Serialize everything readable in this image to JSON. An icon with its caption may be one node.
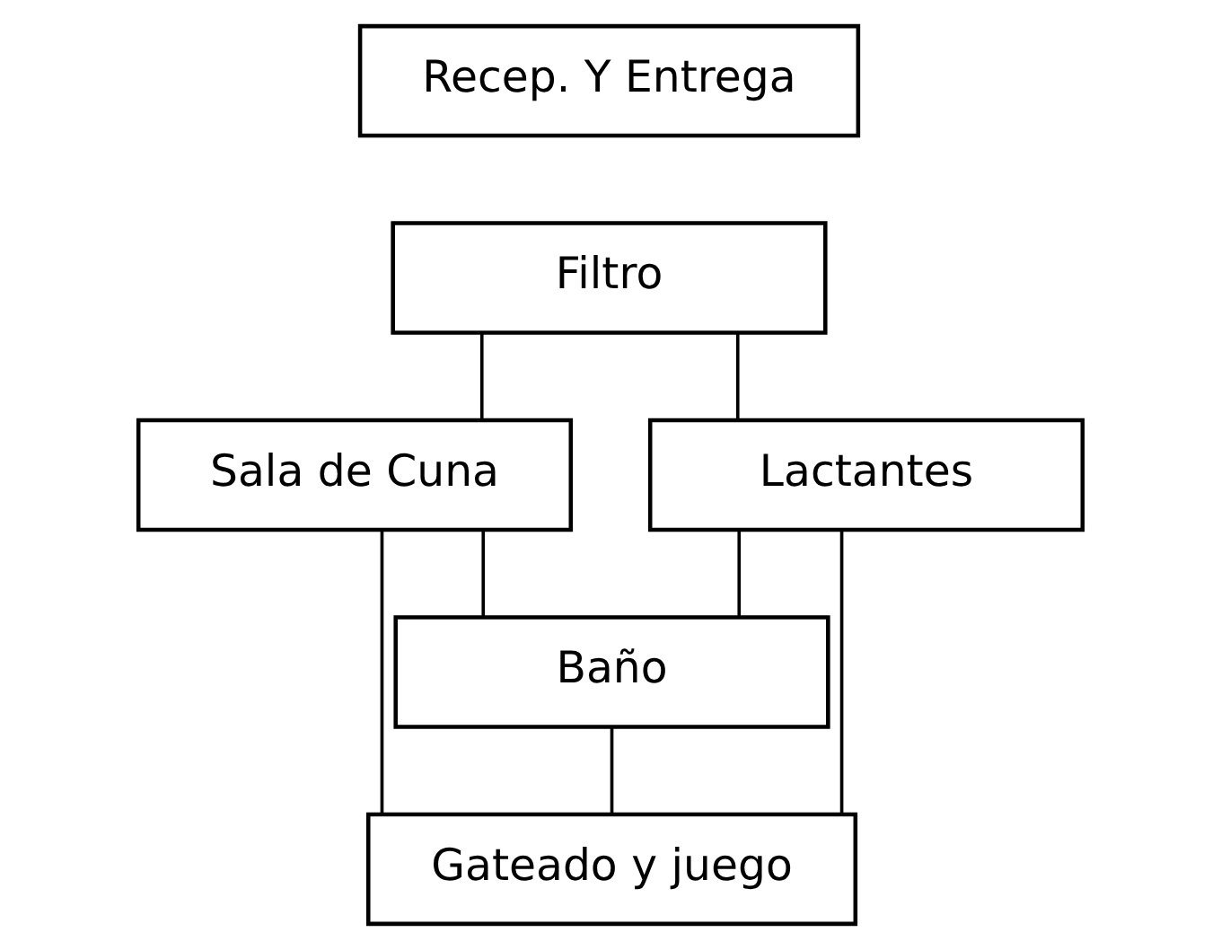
{
  "diagram": {
    "nodes": [
      {
        "text": [
          "Recep. Y Entrega"
        ]
      },
      {
        "text": [
          "Filtro"
        ]
      },
      {
        "text": [
          "Sala de Cuna"
        ]
      },
      {
        "text": [
          "Lactantes"
        ]
      },
      {
        "text": [
          "Baño"
        ]
      },
      {
        "text": [
          "Gateado y juego"
        ]
      }
    ],
    "edges": [
      {
        "from": 1,
        "to": 2,
        "arrow": "none"
      },
      {
        "from": 1,
        "to": 3,
        "arrow": "none"
      },
      {
        "from": 2,
        "to": 4,
        "arrow": "none"
      },
      {
        "from": 3,
        "to": 4,
        "arrow": "none"
      },
      {
        "from": 2,
        "to": 5,
        "arrow": "none"
      },
      {
        "from": 3,
        "to": 5,
        "arrow": "none"
      },
      {
        "from": 4,
        "to": 5,
        "arrow": "none"
      }
    ]
  }
}
